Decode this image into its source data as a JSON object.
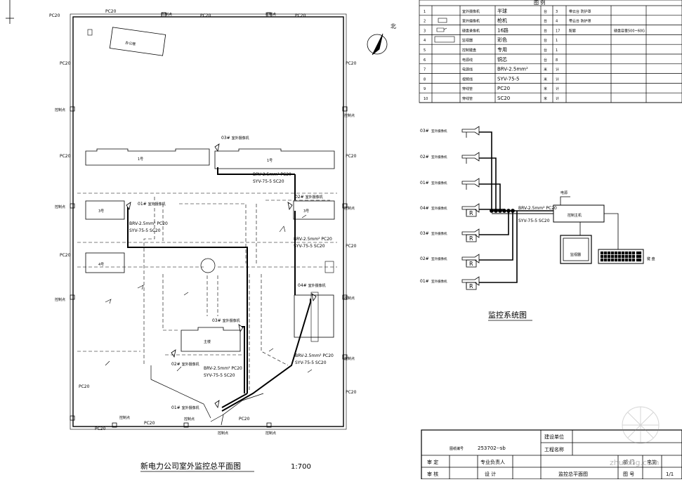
{
  "plan": {
    "title": "新电力公司室外监控总平面图",
    "scale": "1:700",
    "north": "北",
    "pipe_pc20": "PC20",
    "node_label": "控制点",
    "cable_brv": "BRV-2.5mm² PC20",
    "cable_syv": "SYV-75-5 SC20",
    "cam_01": "01#",
    "cam_02": "02#",
    "cam_03": "03#",
    "cam_04": "04#",
    "cam_text": "室外摄像机",
    "building_a": "办公楼",
    "building_b": "1号",
    "building_c": "3号",
    "building_d": "4号",
    "building_main": "主楼"
  },
  "legend": {
    "title": "图 例",
    "rows": [
      {
        "no": "1",
        "name": "室外摄像机",
        "model": "半球",
        "unit": "台",
        "qty": "3",
        "note": "带云台 防护罩"
      },
      {
        "no": "2",
        "name": "室外摄像机",
        "model": "枪机",
        "unit": "台",
        "qty": "4",
        "note": "带云台 防护罩"
      },
      {
        "no": "3",
        "name": "硬盘录像机",
        "model": "16路",
        "unit": "台",
        "qty": "17",
        "note": "配套",
        "extra": "硬盘容量500~60G"
      },
      {
        "no": "4",
        "name": "监视器",
        "model": "彩色",
        "unit": "台",
        "qty": "1",
        "note": ""
      },
      {
        "no": "5",
        "name": "控制键盘",
        "model": "专用",
        "unit": "台",
        "qty": "1",
        "note": ""
      },
      {
        "no": "6",
        "name": "电源线",
        "model": "铜芯",
        "unit": "台",
        "qty": "8",
        "note": ""
      },
      {
        "no": "7",
        "name": "电源线",
        "model": "BRV-2.5mm²",
        "unit": "米",
        "qty": "计",
        "note": ""
      },
      {
        "no": "8",
        "name": "视频线",
        "model": "SYV-75-5",
        "unit": "米",
        "qty": "计",
        "note": ""
      },
      {
        "no": "9",
        "name": "穿线管",
        "model": "PC20",
        "unit": "米",
        "qty": "计",
        "note": ""
      },
      {
        "no": "10",
        "name": "穿线管",
        "model": "SC20",
        "unit": "米",
        "qty": "计",
        "note": ""
      }
    ]
  },
  "system": {
    "title": "监控系统图",
    "cable_brv": "BRV-2.5mm² PC20",
    "cable_syv": "SYV-75-5 SC20",
    "controller": "控制主机",
    "monitor": "监视器",
    "keyboard_label": "键 盘",
    "power_label": "电源",
    "cams": [
      {
        "label": "03#",
        "text": "室外摄像机",
        "type": "gun"
      },
      {
        "label": "02#",
        "text": "室外摄像机",
        "type": "gun"
      },
      {
        "label": "01#",
        "text": "室外摄像机",
        "type": "gun"
      },
      {
        "label": "04#",
        "text": "室外摄像机",
        "type": "dome"
      },
      {
        "label": "03#",
        "text": "室外摄像机",
        "type": "dome"
      },
      {
        "label": "02#",
        "text": "室外摄像机",
        "type": "dome"
      },
      {
        "label": "01#",
        "text": "室外摄像机",
        "type": "dome"
      }
    ],
    "dome_mark": "R"
  },
  "titleblock": {
    "drawing_no": "253702--sb",
    "drawing_no_label": "图纸编号",
    "client_label": "建设单位",
    "project_label": "工程名称",
    "approve_label": "审 定",
    "check_label": "审 核",
    "lead_label": "专业负责人",
    "design_label": "设 计",
    "drawing_name": "监控总平面图",
    "dept_label": "部 门",
    "dept_value": "电施",
    "sheet_label": "图 号",
    "sheet_value": "1/1"
  },
  "watermark": "zhulong.com"
}
